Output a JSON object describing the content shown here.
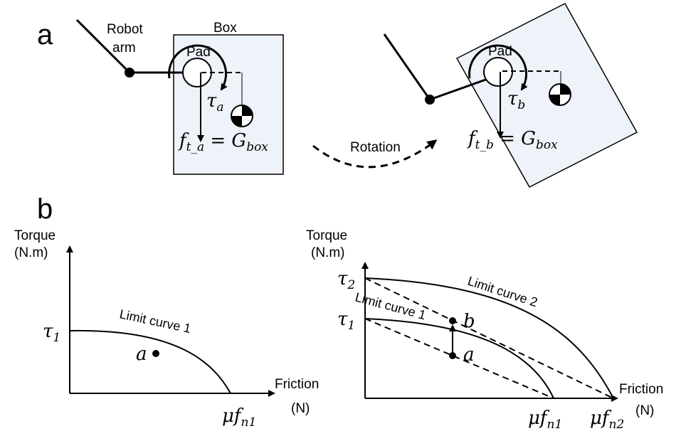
{
  "panel_a": {
    "label": "a",
    "robot_arm": [
      "Robot",
      "arm"
    ],
    "box": "Box",
    "pad_left": "Pad",
    "pad_right": "Pad",
    "tau_a": {
      "sym": "τ",
      "sub": "a"
    },
    "tau_b": {
      "sym": "τ",
      "sub": "b"
    },
    "force_left": {
      "f": "f",
      "sub": "t_a",
      "eq": " = G",
      "gsub": "box"
    },
    "force_right": {
      "f": "f",
      "sub": "t_b",
      "eq": " = G",
      "gsub": "box"
    },
    "rotation": "Rotation"
  },
  "panel_b": {
    "label": "b",
    "left": {
      "y_title": [
        "Torque",
        "(N.m)"
      ],
      "x_title": [
        "Friction",
        "(N)"
      ],
      "tau1": {
        "sym": "τ",
        "sub": "1"
      },
      "curve": "Limit curve 1",
      "point": "a",
      "mu": {
        "sym": "μf",
        "sub": "n1"
      }
    },
    "right": {
      "y_title": [
        "Torque",
        "(N.m)"
      ],
      "x_title": [
        "Friction",
        "(N)"
      ],
      "tau2": {
        "sym": "τ",
        "sub": "2"
      },
      "tau1": {
        "sym": "τ",
        "sub": "1"
      },
      "curve2": "Limit curve 2",
      "curve1": "Limit curve 1",
      "point_b": "b",
      "point_a": "a",
      "mu1": {
        "sym": "μf",
        "sub": "n1"
      },
      "mu2": {
        "sym": "μf",
        "sub": "n2"
      }
    }
  }
}
